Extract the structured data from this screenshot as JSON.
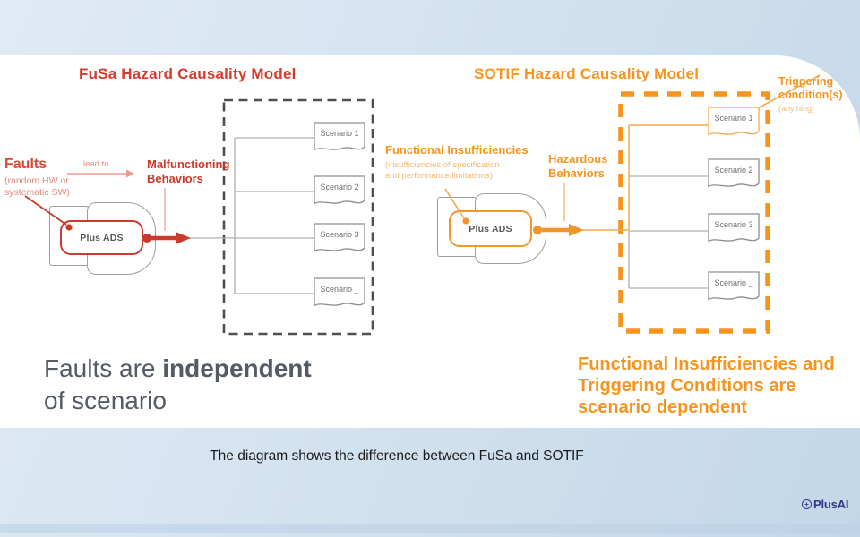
{
  "caption": "The diagram shows the difference between FuSa and SOTIF",
  "logo": {
    "text": "PlusAI",
    "mark": "+"
  },
  "colors": {
    "fusa_accent": "#D93A2C",
    "fusa_light": "#E4897E",
    "sotif_accent": "#F6941E",
    "sotif_light": "#F8B96F",
    "gray_text": "#555B64",
    "logo_navy": "#2D3A85"
  },
  "fusa": {
    "title_keyword": "FuSa",
    "title_rest": " Hazard Causality Model",
    "faults_label": "Faults",
    "faults_sub1": "(random HW or",
    "faults_sub2": "systematic SW)",
    "lead_to": "lead to",
    "behavior_line1": "Malfunctioning",
    "behavior_line2": "Behaviors",
    "ads_label": "Plus ADS",
    "scenarios": [
      "Scenario 1",
      "Scenario 2",
      "Scenario 3",
      "Scenario _"
    ],
    "conclusion_pre": "Faults are ",
    "conclusion_bold": "independent",
    "conclusion_line2": "of scenario"
  },
  "sotif": {
    "title_keyword": "SOTIF",
    "title_rest": " Hazard Causality Model",
    "fi_label": "Functional Insufficiencies",
    "fi_sub1": "(insufficiencies of specification",
    "fi_sub2": "and performance limitations)",
    "behavior_line1": "Hazardous",
    "behavior_line2": "Behaviors",
    "ads_label": "Plus ADS",
    "scenarios": [
      "Scenario 1",
      "Scenario 2",
      "Scenario 3",
      "Scenario _"
    ],
    "trigger_line1": "Triggering",
    "trigger_line2": "condition(s)",
    "trigger_sub": "(anything)",
    "conclusion_line1": "Functional Insufficiencies and",
    "conclusion_line2": "Triggering Conditions are",
    "conclusion_pre": "scenario ",
    "conclusion_bold": "dependent"
  }
}
